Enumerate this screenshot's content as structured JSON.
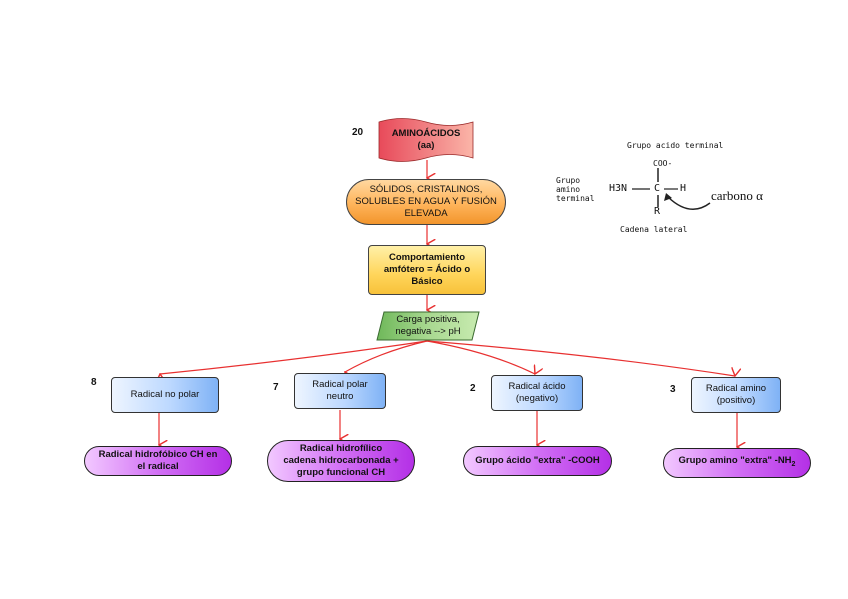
{
  "diagram": {
    "root": {
      "label": "AMINOÁCIDOS\n(aa)",
      "line1": "AMINOÁCIDOS",
      "line2": "(aa)",
      "count": "20",
      "color": "#f07070"
    },
    "level1": {
      "line1": "SÓLIDOS, CRISTALINOS,",
      "line2": "SOLUBLES EN AGUA Y FUSIÓN",
      "line3": "ELEVADA",
      "color": "#ffb45a"
    },
    "level2": {
      "line1": "Comportamiento",
      "line2": "amfótero = Ácido o",
      "line3": "Básico",
      "color": "#ffd55a"
    },
    "level3": {
      "line1": "Carga positiva,",
      "line2": "negativa --> pH",
      "color": "#8cc870"
    },
    "branches": [
      {
        "count": "8",
        "category": {
          "line1": "Radical no polar",
          "line2": ""
        },
        "detail": {
          "line1": "Radical hidrofóbico CH en",
          "line2": "el radical",
          "line3": ""
        }
      },
      {
        "count": "7",
        "category": {
          "line1": "Radical polar",
          "line2": "neutro"
        },
        "detail": {
          "line1": "Radical hidrofílico",
          "line2": "cadena hidrocarbonada +",
          "line3": "grupo funcional CH"
        }
      },
      {
        "count": "2",
        "category": {
          "line1": "Radical ácido",
          "line2": "(negativo)"
        },
        "detail": {
          "line1": "Grupo ácido \"extra\" -COOH",
          "line2": "",
          "line3": ""
        }
      },
      {
        "count": "3",
        "category": {
          "line1": "Radical amino",
          "line2": "(positivo)"
        },
        "detail": {
          "line1": "Grupo amino \"extra\" -NH",
          "sub": "2",
          "line2": "",
          "line3": ""
        }
      }
    ],
    "connector_color": "#e83030",
    "category_color": "#7fb2f5",
    "detail_color": "#c850f0"
  },
  "molecule": {
    "top_label": "Grupo acido terminal",
    "carboxyl": "COO-",
    "left_label_1": "Grupo",
    "left_label_2": "amino",
    "left_label_3": "terminal",
    "amine": "H3N",
    "center": "C",
    "hydrogen": "H",
    "side": "R",
    "bottom_label": "Cadena lateral",
    "alpha_label": "carbono α"
  }
}
